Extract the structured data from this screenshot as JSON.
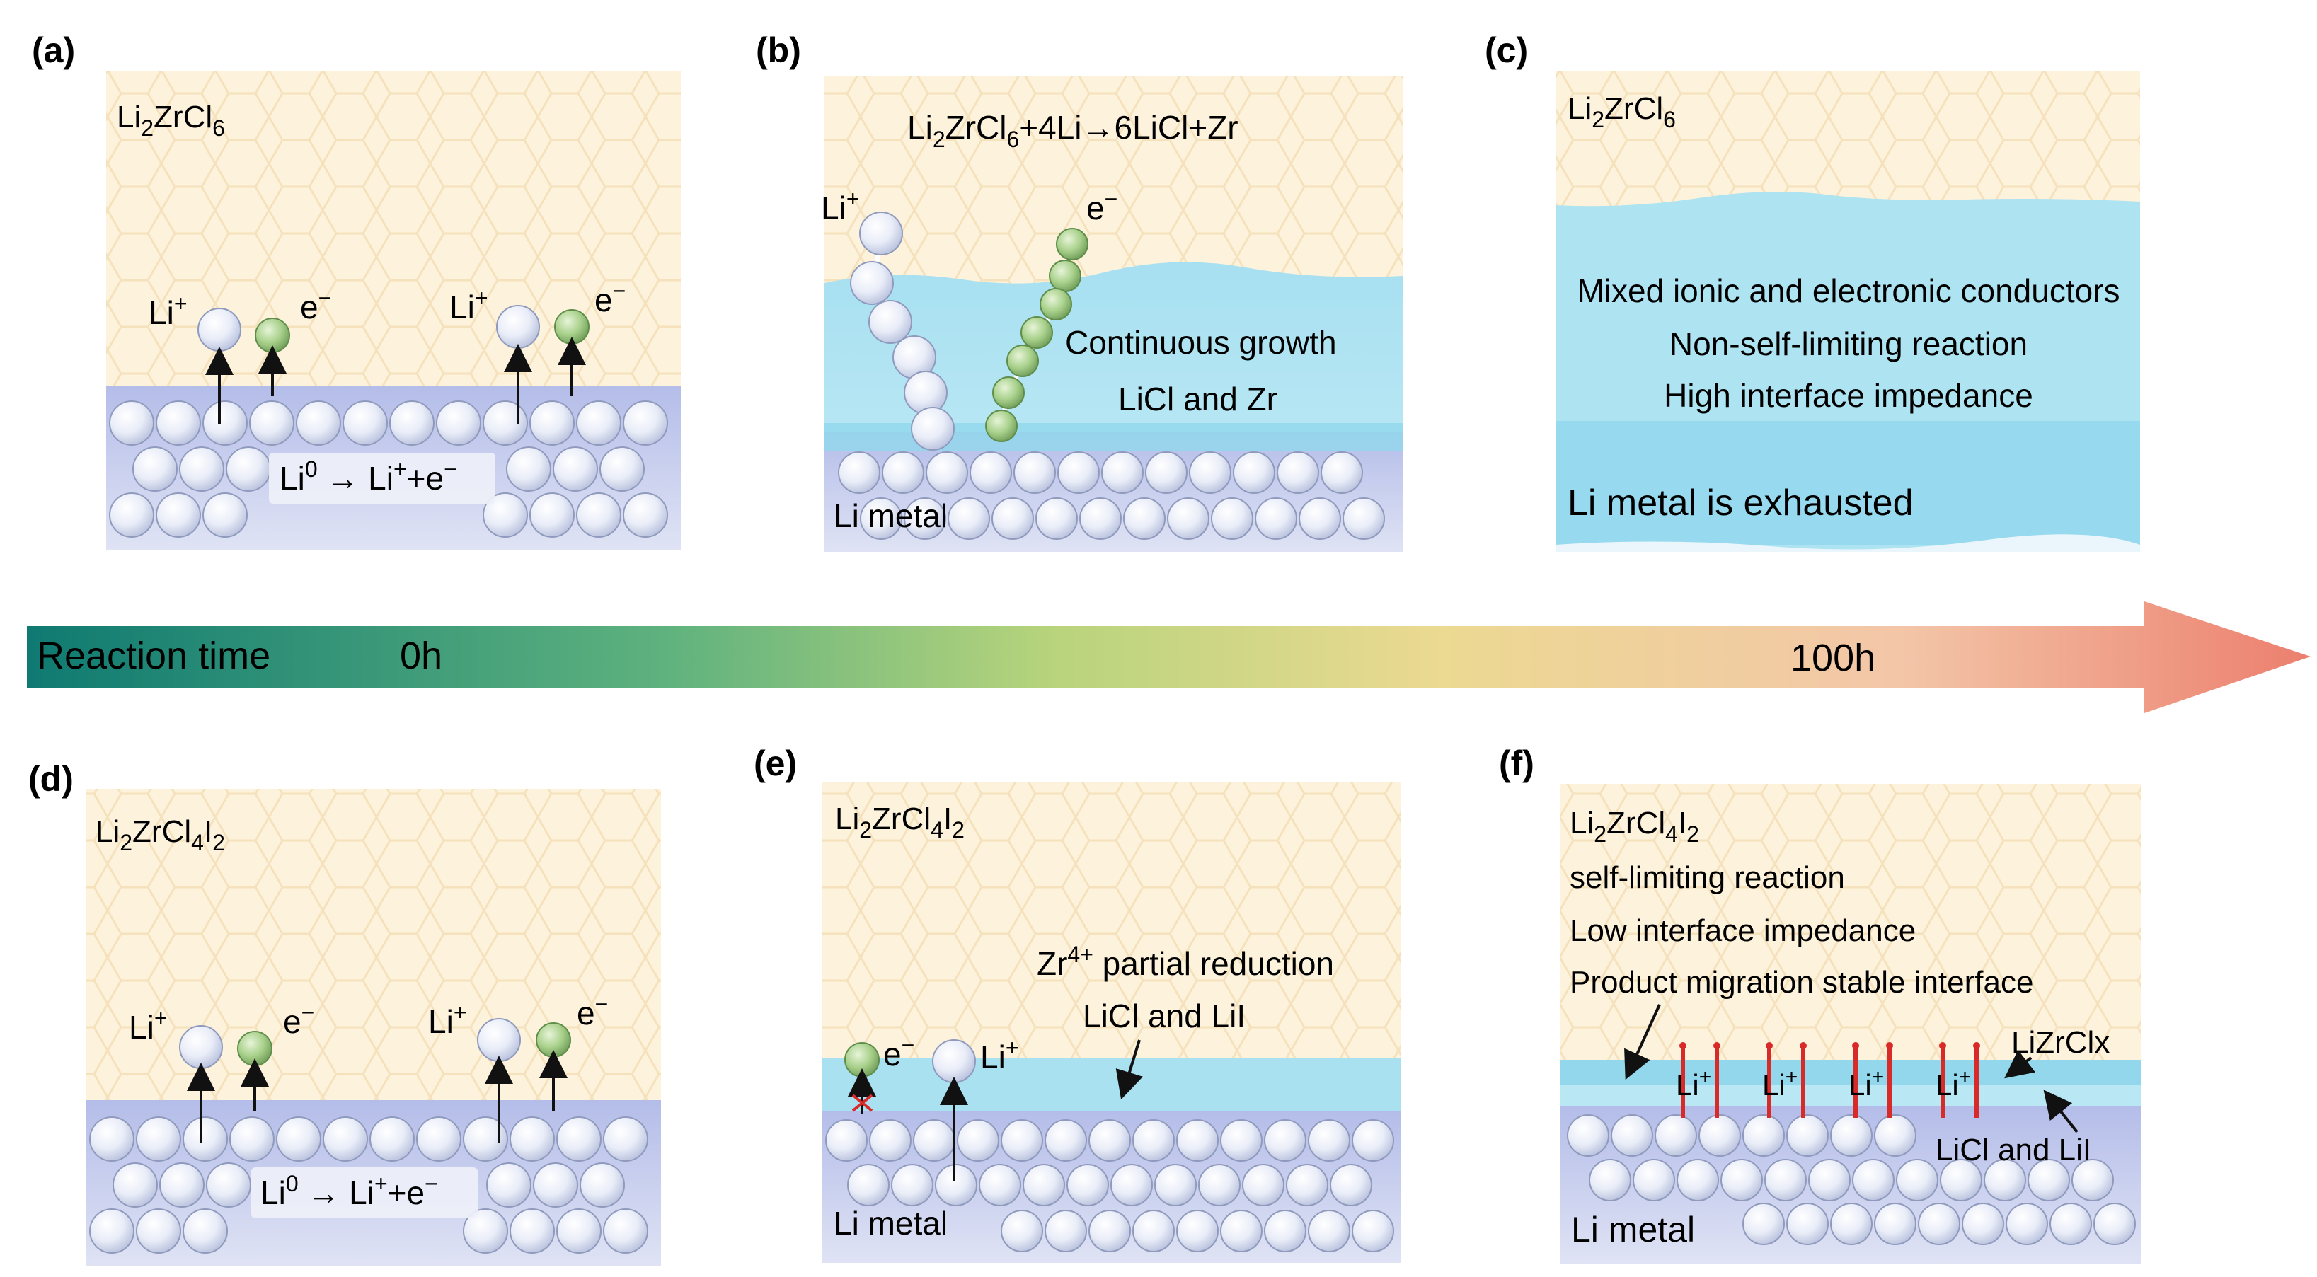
{
  "colors": {
    "electrolyte_bg": "#fdf2dc",
    "hex_pattern": "#f6e3bf",
    "interphase_blue": "#a9e1f1",
    "interphase_blue_dark": "#93d7ec",
    "li_metal_bg": "#cfd6f1",
    "li_metal_top": "#a9b4e6",
    "atom_li": "#e7ecf7",
    "atom_e": "#a6cf8a",
    "barrier_red": "#d92a2a",
    "arrow_start": "#107d74",
    "arrow_mid": "#a4ce7a",
    "arrow_mid2": "#ecdc96",
    "arrow_end": "#ef8676"
  },
  "timeline": {
    "label": "Reaction time",
    "start": "0h",
    "end": "100h"
  },
  "panels": {
    "a": {
      "letter": "(a)",
      "material": {
        "base": "Li",
        "s1": "2",
        "mid": "ZrCl",
        "s2": "6"
      },
      "li_label": "Li",
      "li_sup": "+",
      "e_label": "e",
      "e_sup": "−",
      "reaction_base": "Li",
      "reaction_sup": "0",
      "reaction_tail": " → Li",
      "reaction_sup2": "+",
      "reaction_tail2": "+e",
      "reaction_sup3": "−"
    },
    "b": {
      "letter": "(b)",
      "eq_parts": {
        "p1": "Li",
        "s1": "2",
        "p2": "ZrCl",
        "s2": "6",
        "p3": "+4Li→6LiCl+Zr"
      },
      "li_label": "Li",
      "li_sup": "+",
      "e_label": "e",
      "e_sup": "−",
      "growth_line1": "Continuous growth",
      "growth_line2": "LiCl and Zr",
      "metal_label": "Li metal"
    },
    "c": {
      "letter": "(c)",
      "material": {
        "base": "Li",
        "s1": "2",
        "mid": "ZrCl",
        "s2": "6"
      },
      "line1": "Mixed ionic and electronic conductors",
      "line2": "Non-self-limiting reaction",
      "line3": "High interface impedance",
      "exhausted": "Li metal is exhausted"
    },
    "d": {
      "letter": "(d)",
      "material": {
        "base": "Li",
        "s1": "2",
        "mid": "ZrCl",
        "s2": "4",
        "mid2": "I",
        "s3": "2"
      },
      "li_label": "Li",
      "li_sup": "+",
      "e_label": "e",
      "e_sup": "−",
      "reaction_base": "Li",
      "reaction_sup": "0",
      "reaction_tail": " → Li",
      "reaction_sup2": "+",
      "reaction_tail2": "+e",
      "reaction_sup3": "−"
    },
    "e": {
      "letter": "(e)",
      "material": {
        "base": "Li",
        "s1": "2",
        "mid": "ZrCl",
        "s2": "4",
        "mid2": "I",
        "s3": "2"
      },
      "zr_base": "Zr",
      "zr_sup": "4+",
      "zr_tail": " partial reduction",
      "product": "LiCl and LiI",
      "e_label": "e",
      "e_sup": "−",
      "li_label": "Li",
      "li_sup": "+",
      "metal_label": "Li metal"
    },
    "f": {
      "letter": "(f)",
      "material": {
        "base": "Li",
        "s1": "2",
        "mid": "ZrCl",
        "s2": "4",
        "mid2": "I",
        "s3": "2"
      },
      "line1": "self-limiting reaction",
      "line2": "Low interface impedance",
      "line3": "Product migration stable interface",
      "lizrclx": "LiZrClx",
      "licl_lii": "LiCl and LiI",
      "li_label": "Li",
      "li_sup": "+",
      "metal_label": "Li metal"
    }
  }
}
